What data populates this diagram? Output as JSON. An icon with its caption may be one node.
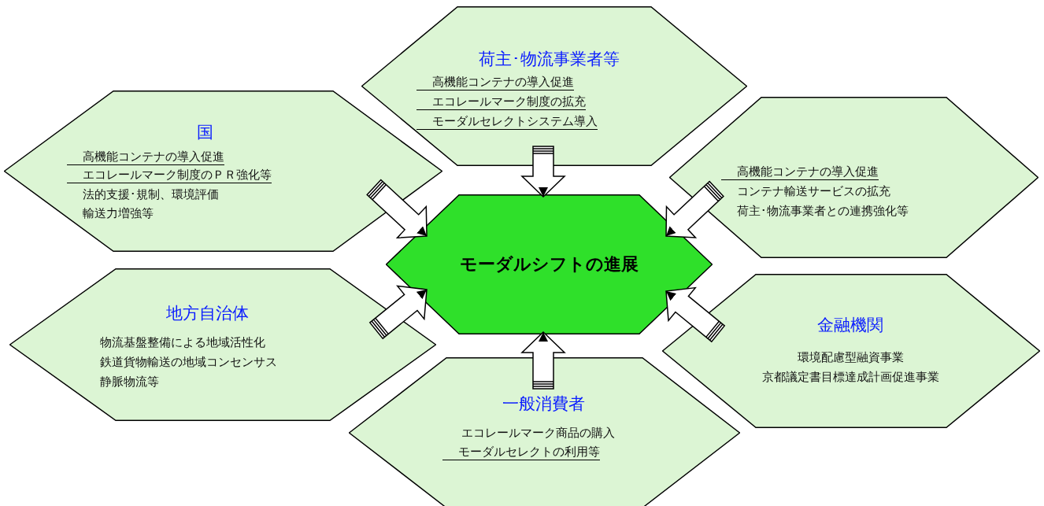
{
  "diagram": {
    "nodes": [
      {
        "text": [
          "荷主･物流事業者等",
          "高機能コンテナの導入促進",
          "エコレールマーク制度の拡充",
          "モーダルセレクトシステム導入"
        ]
      },
      {
        "text": [
          "国",
          "高機能コンテナの導入促進",
          "エコレールマーク制度のＰＲ強化等",
          "法的支援･規制、環境評価",
          "輸送力増強等"
        ]
      },
      {
        "text": [
          "高機能コンテナの導入促進",
          "コンテナ輸送サービスの拡充",
          "荷主･物流事業者との連携強化等"
        ]
      },
      {
        "text": [
          "モーダルシフトの進展"
        ]
      },
      {
        "text": [
          "地方自治体",
          "物流基盤整備による地域活性化",
          "鉄道貨物輸送の地域コンセンサス",
          "静脈物流等"
        ]
      },
      {
        "text": [
          "金融機関",
          "環境配慮型融資事業",
          "京都議定書目標達成計画促進事業"
        ]
      },
      {
        "text": [
          "一般消費者",
          "エコレールマーク商品の購入",
          "モーダルセレクトの利用等"
        ]
      }
    ],
    "edges": [
      {
        "from": 0,
        "to": 3,
        "arrow": "to"
      },
      {
        "from": 1,
        "to": 3,
        "arrow": "to"
      },
      {
        "from": 2,
        "to": 3,
        "arrow": "to"
      },
      {
        "from": 4,
        "to": 3,
        "arrow": "to"
      },
      {
        "from": 5,
        "to": 3,
        "arrow": "to"
      },
      {
        "from": 6,
        "to": 3,
        "arrow": "to"
      }
    ]
  }
}
